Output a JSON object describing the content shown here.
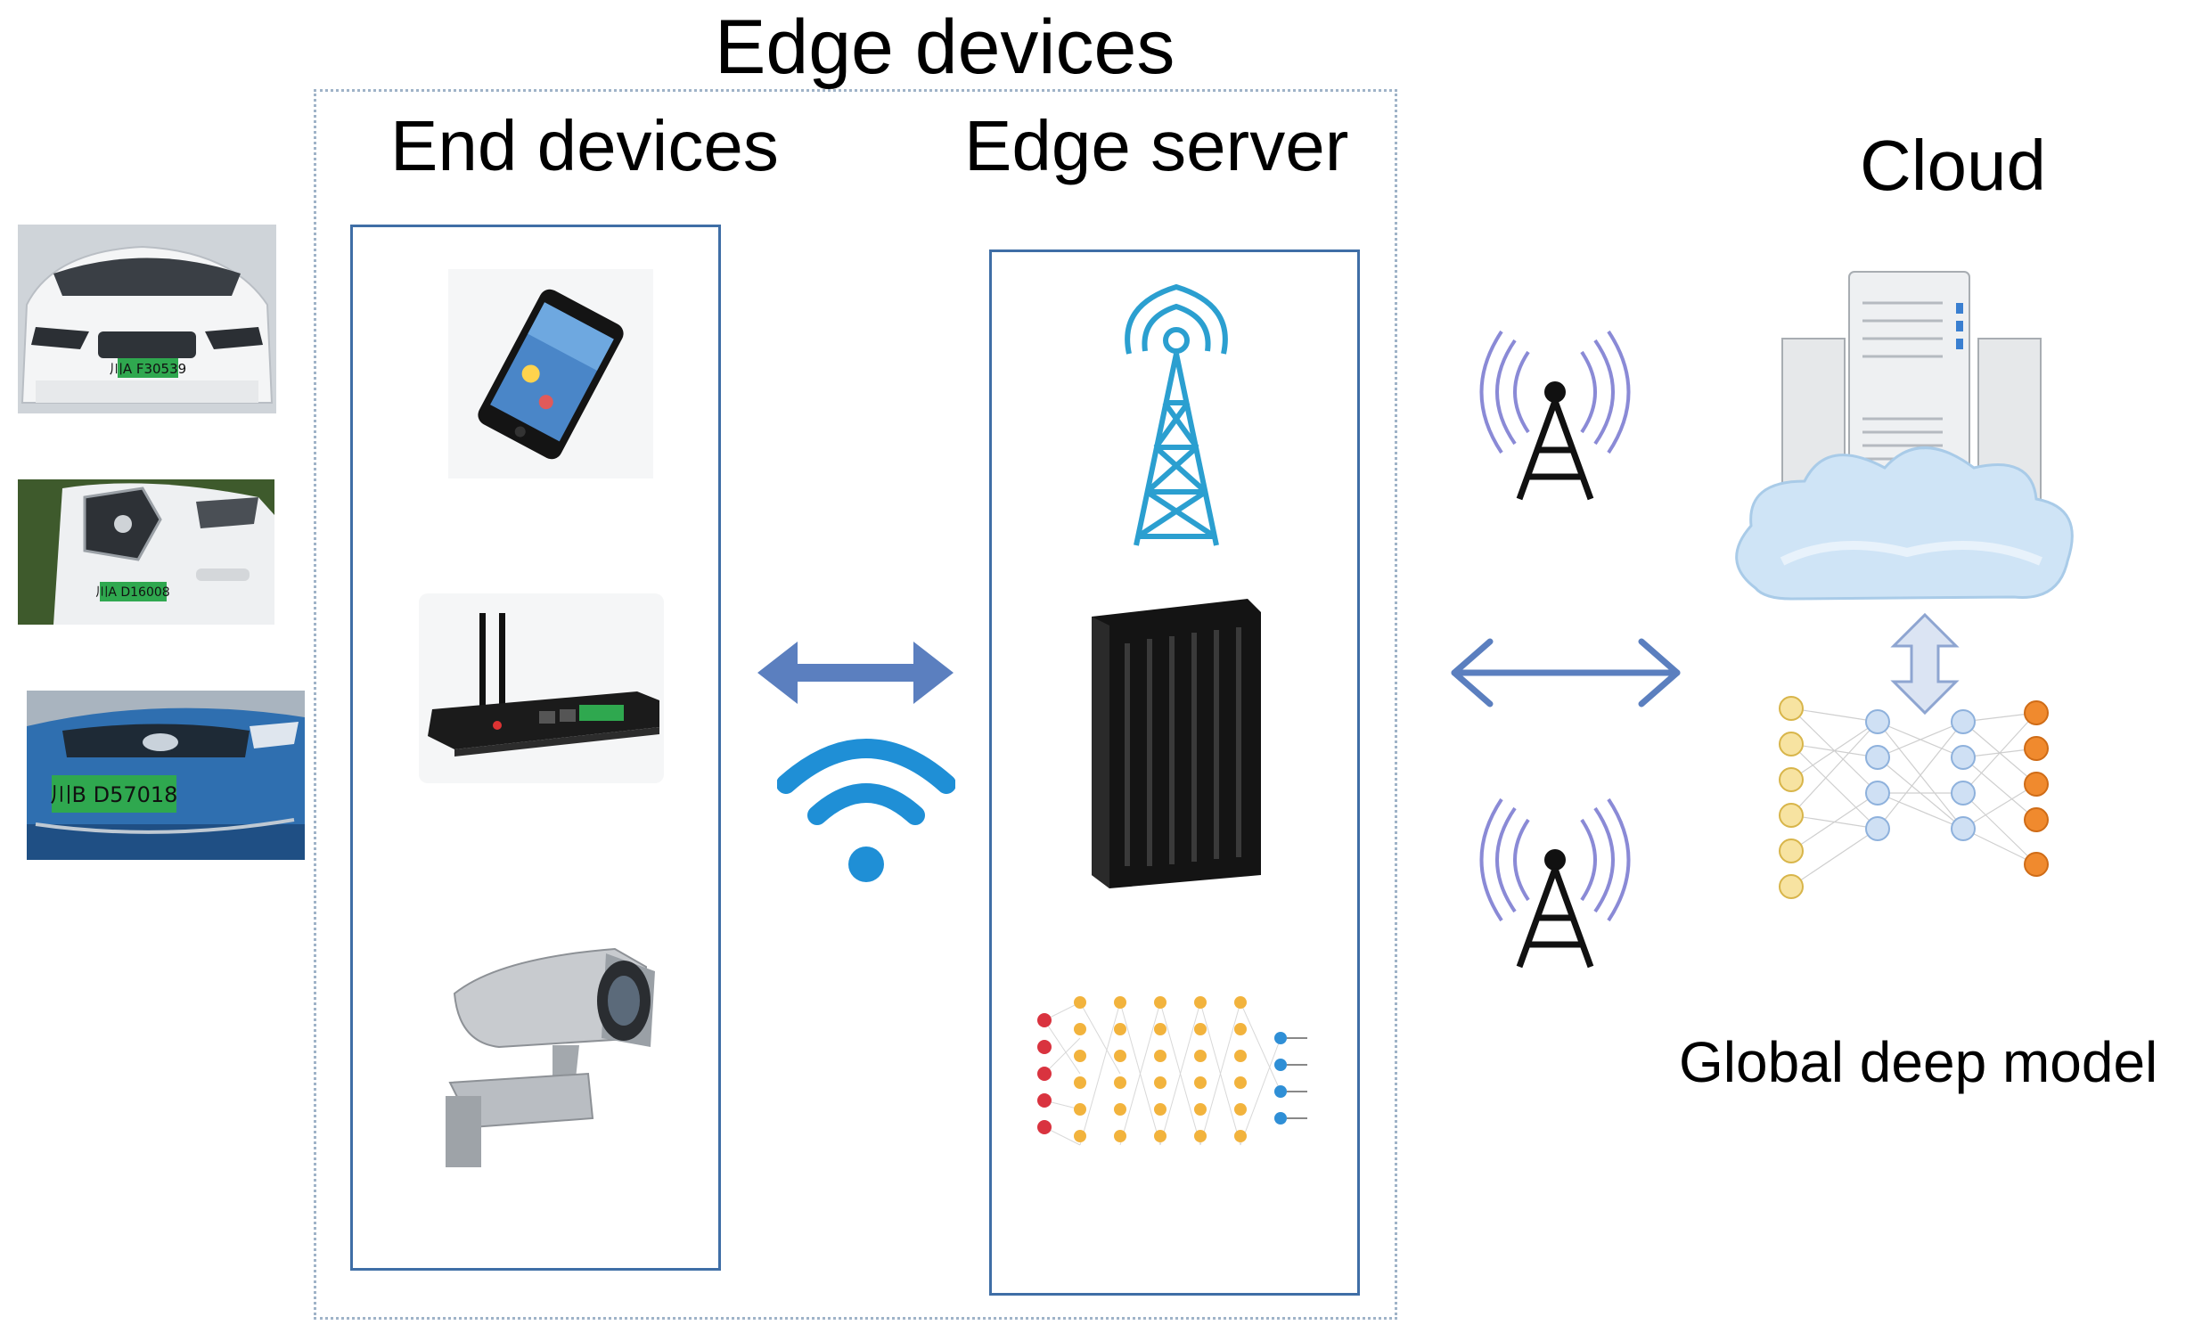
{
  "labels": {
    "edge_devices": "Edge devices",
    "end_devices": "End devices",
    "edge_server": "Edge server",
    "cloud": "Cloud",
    "global_deep_model": "Global deep model"
  },
  "plates": {
    "car1": "川A F30539",
    "car2": "川A D16008",
    "car3": "川B D57018"
  },
  "colors": {
    "panel_border": "#3f6ea6",
    "outer_dotted": "#9fb3c8",
    "arrow": "#5b7fbf",
    "wifi": "#1f8fd6",
    "tower_outline": "#2b9fd0",
    "radio_waves": "#8a8ad6",
    "plate_green": "#2fa84f"
  },
  "icons": [
    "car-icon",
    "smartphone-icon",
    "router-icon",
    "security-camera-icon",
    "double-arrow-icon",
    "wifi-icon",
    "cell-tower-icon",
    "server-tower-icon",
    "neural-network-icon",
    "radio-antenna-icon",
    "cloud-server-icon"
  ]
}
